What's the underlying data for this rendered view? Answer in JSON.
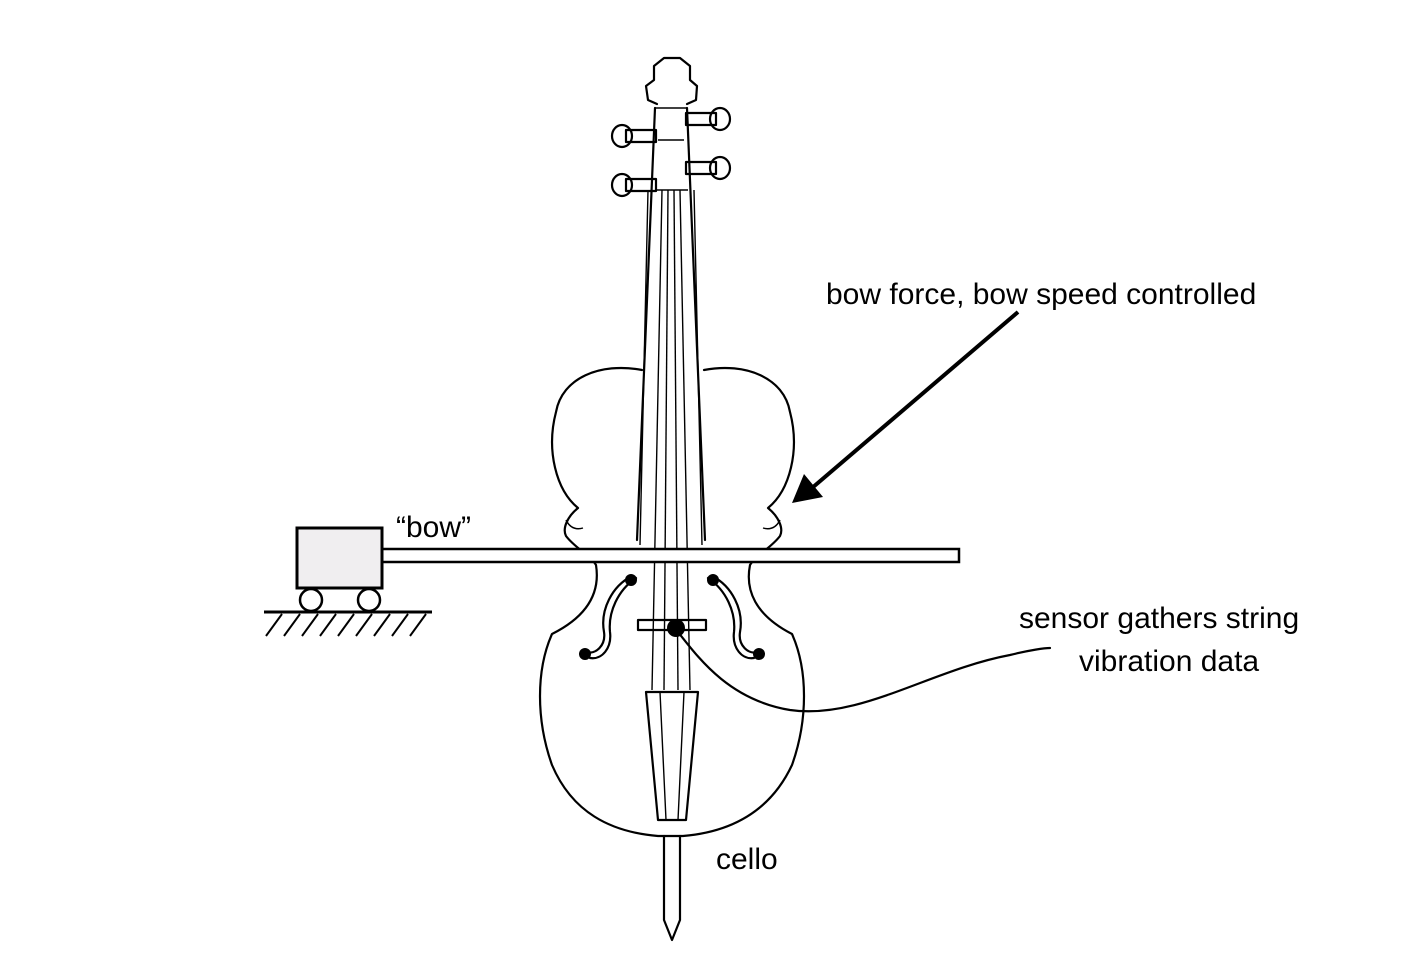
{
  "labels": {
    "force_speed": "bow force, bow speed controlled",
    "bow": "“bow”",
    "sensor_line1": "sensor gathers string",
    "sensor_line2": "vibration data",
    "cello": "cello"
  },
  "colors": {
    "ink": "#000000",
    "background": "#ffffff",
    "bow_carriage_fill": "#f0eef0"
  }
}
